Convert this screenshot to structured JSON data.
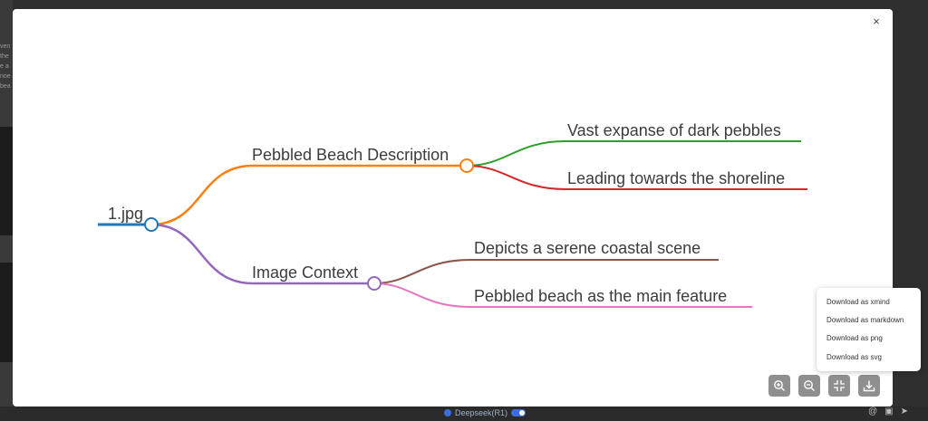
{
  "background": {
    "side_text": [
      "ven",
      "the",
      "e a",
      "noe",
      "bea"
    ],
    "model_name": "Deepseek(R1)"
  },
  "modal": {
    "close_symbol": "×"
  },
  "mindmap": {
    "root": {
      "label": "1.jpg",
      "color": "#1f77b4"
    },
    "branches": [
      {
        "label": "Pebbled Beach Description",
        "color": "#ff7f0e",
        "children": [
          {
            "label": "Vast expanse of dark pebbles",
            "color": "#2ca02c"
          },
          {
            "label": "Leading towards the shoreline",
            "color": "#d62728"
          }
        ]
      },
      {
        "label": "Image Context",
        "color": "#9467bd",
        "children": [
          {
            "label": "Depicts a serene coastal scene",
            "color": "#8c564b"
          },
          {
            "label": "Pebbled beach as the main feature",
            "color": "#e377c2"
          }
        ]
      }
    ]
  },
  "download_menu": {
    "items": [
      "Download as xmind",
      "Download as markdown",
      "Download as png",
      "Download as svg"
    ]
  },
  "toolbar": {
    "buttons": [
      {
        "name": "zoom-in-button",
        "icon": "zoom-in-icon"
      },
      {
        "name": "zoom-out-button",
        "icon": "zoom-out-icon"
      },
      {
        "name": "fit-view-button",
        "icon": "collapse-icon"
      },
      {
        "name": "download-button",
        "icon": "download-icon"
      }
    ]
  }
}
